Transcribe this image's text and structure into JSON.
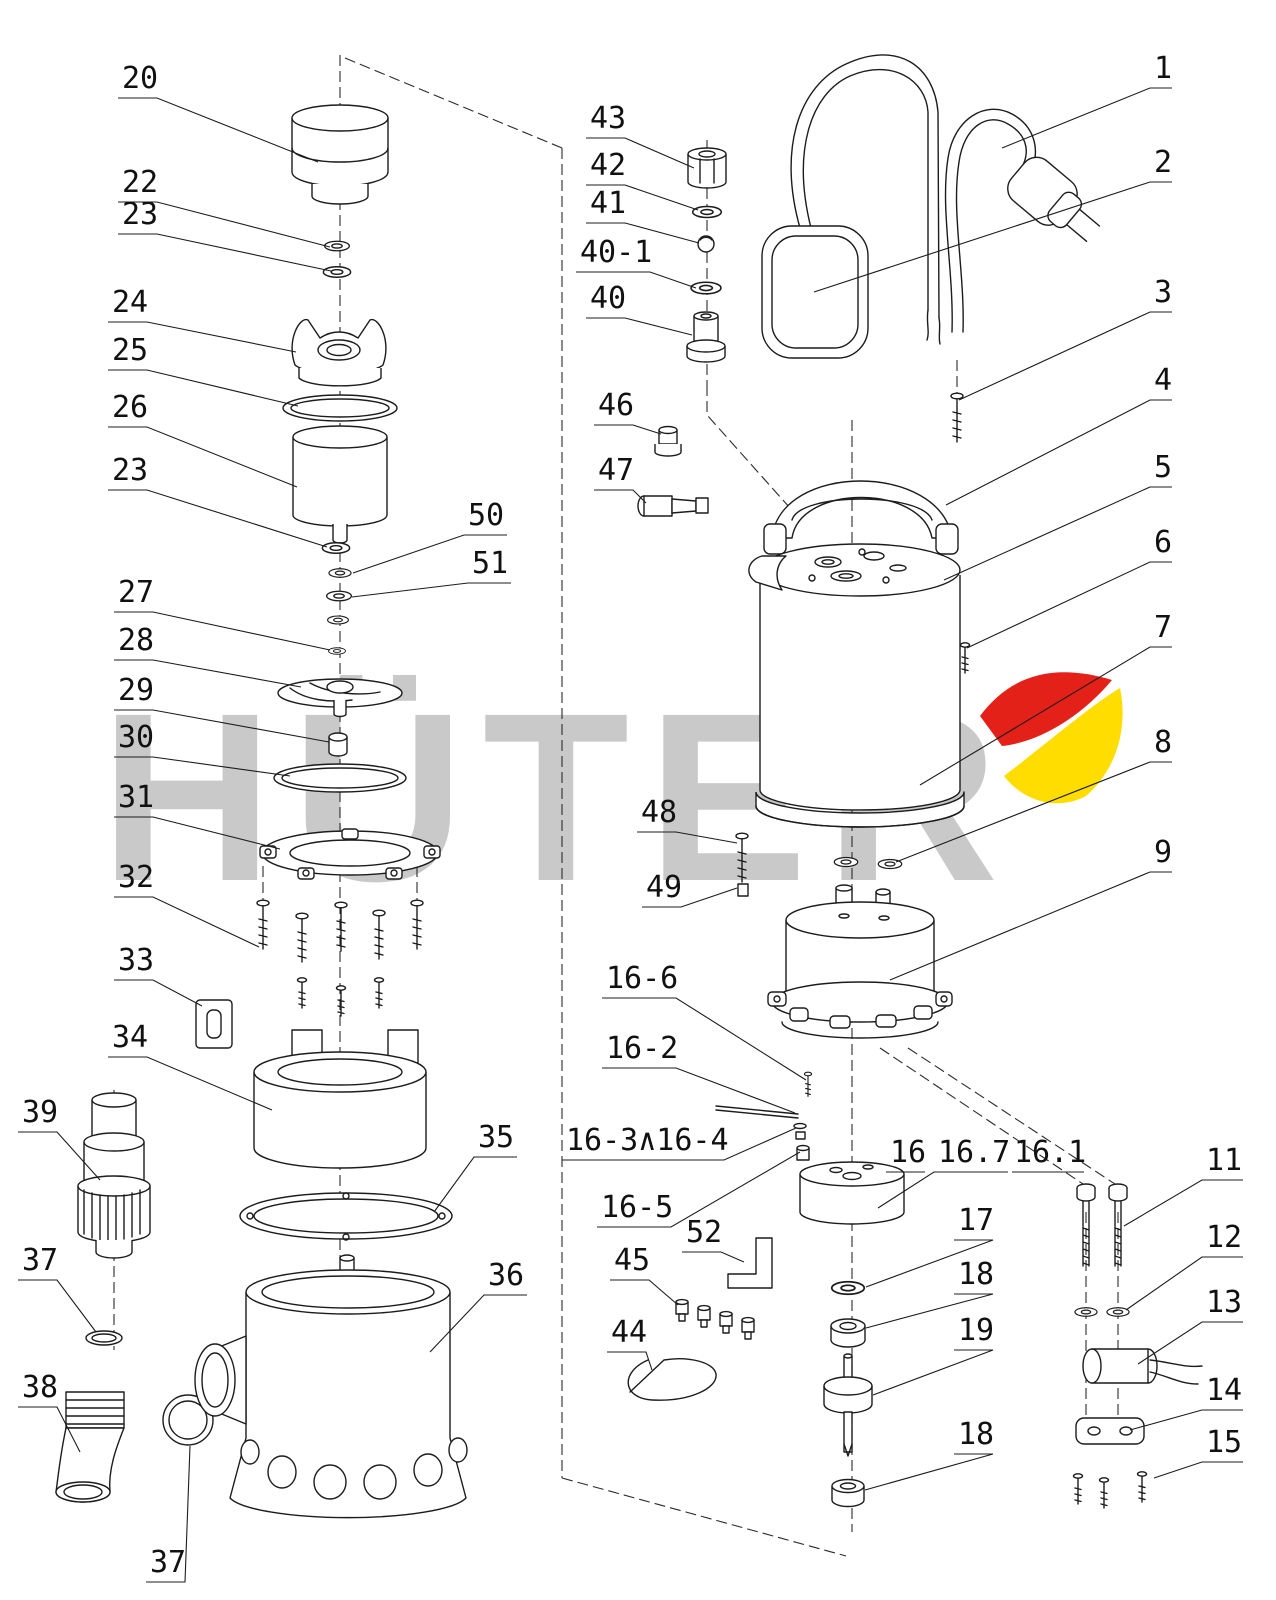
{
  "watermark": {
    "text": "HÜTER",
    "gray": "#c9c9c9",
    "red": "#e32119",
    "yellow": "#ffdd00"
  },
  "labels": {
    "p20": "20",
    "p22": "22",
    "p23a": "23",
    "p24": "24",
    "p25": "25",
    "p26": "26",
    "p23b": "23",
    "p50": "50",
    "p51": "51",
    "p27": "27",
    "p28": "28",
    "p29": "29",
    "p30": "30",
    "p31": "31",
    "p32": "32",
    "p33": "33",
    "p34": "34",
    "p39": "39",
    "p35": "35",
    "p37a": "37",
    "p36": "36",
    "p38": "38",
    "p37b": "37",
    "p43": "43",
    "p42": "42",
    "p41": "41",
    "p40_1": "40-1",
    "p40": "40",
    "p46": "46",
    "p47": "47",
    "p48": "48",
    "p49": "49",
    "p16_6": "16-6",
    "p16_2": "16-2",
    "p16_34": "16-3∧16-4",
    "p16_5": "16-5",
    "p52": "52",
    "p45": "45",
    "p44": "44",
    "p16": "16",
    "p16_7": "16.7",
    "p16_1": "16.1",
    "p17": "17",
    "p18a": "18",
    "p19": "19",
    "p18b": "18",
    "p1": "1",
    "p2": "2",
    "p3": "3",
    "p4": "4",
    "p5": "5",
    "p6": "6",
    "p7": "7",
    "p8": "8",
    "p9": "9",
    "p11": "11",
    "p12": "12",
    "p13": "13",
    "p14": "14",
    "p15": "15"
  }
}
